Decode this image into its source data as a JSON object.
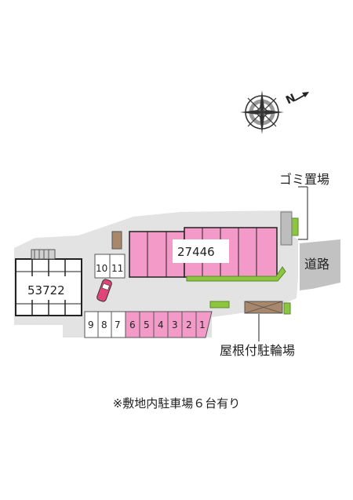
{
  "compass": {
    "north_label": "N"
  },
  "buildings": {
    "main": {
      "id": "27446"
    },
    "left": {
      "id": "53722"
    }
  },
  "labels": {
    "garbage": "ゴミ置場",
    "road": "道路",
    "bike_parking": "屋根付駐輪場"
  },
  "parking": {
    "upper": [
      "10",
      "11"
    ],
    "lower": [
      "9",
      "8",
      "7",
      "6",
      "5",
      "4",
      "3",
      "2",
      "1"
    ],
    "highlighted": [
      "6",
      "5",
      "4",
      "3",
      "2",
      "1"
    ]
  },
  "colors": {
    "unit_pink": "#f49ac9",
    "lot_gray": "#e3e3e3",
    "road_gray": "#c2c2c2",
    "hedge_green": "#8cc63f",
    "bike_brown": "#a8876a"
  },
  "note": "※敷地内駐車場６台有り"
}
